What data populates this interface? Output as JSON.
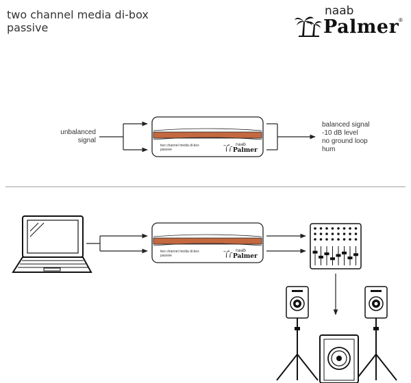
{
  "header": {
    "title_line1": "two channel media di-box",
    "title_line2": "passive"
  },
  "brand": {
    "top_word": "naab",
    "name": "Palmer",
    "reg_mark": "®",
    "logo_icon": "palm-tree-icon"
  },
  "signal_diagram": {
    "input_label_line1": "unbalanced",
    "input_label_line2": "signal",
    "output_label_lines": [
      "balanced signal",
      "-10 dB level",
      "no ground loop",
      "hum"
    ]
  },
  "device": {
    "label_line1": "two channel media di-box",
    "label_line2": "passive",
    "brand_small": "naab",
    "brand_big": "Palmer",
    "stripe_color": "#c4683f"
  },
  "setup_diagram": {
    "source_icon": "laptop-icon",
    "device_label_line1": "two channel media di-box",
    "device_label_line2": "passive",
    "mixer_icon": "mixing-console-icon",
    "speaker_icons": [
      "speaker-left-icon",
      "subwoofer-icon",
      "speaker-right-icon"
    ]
  }
}
